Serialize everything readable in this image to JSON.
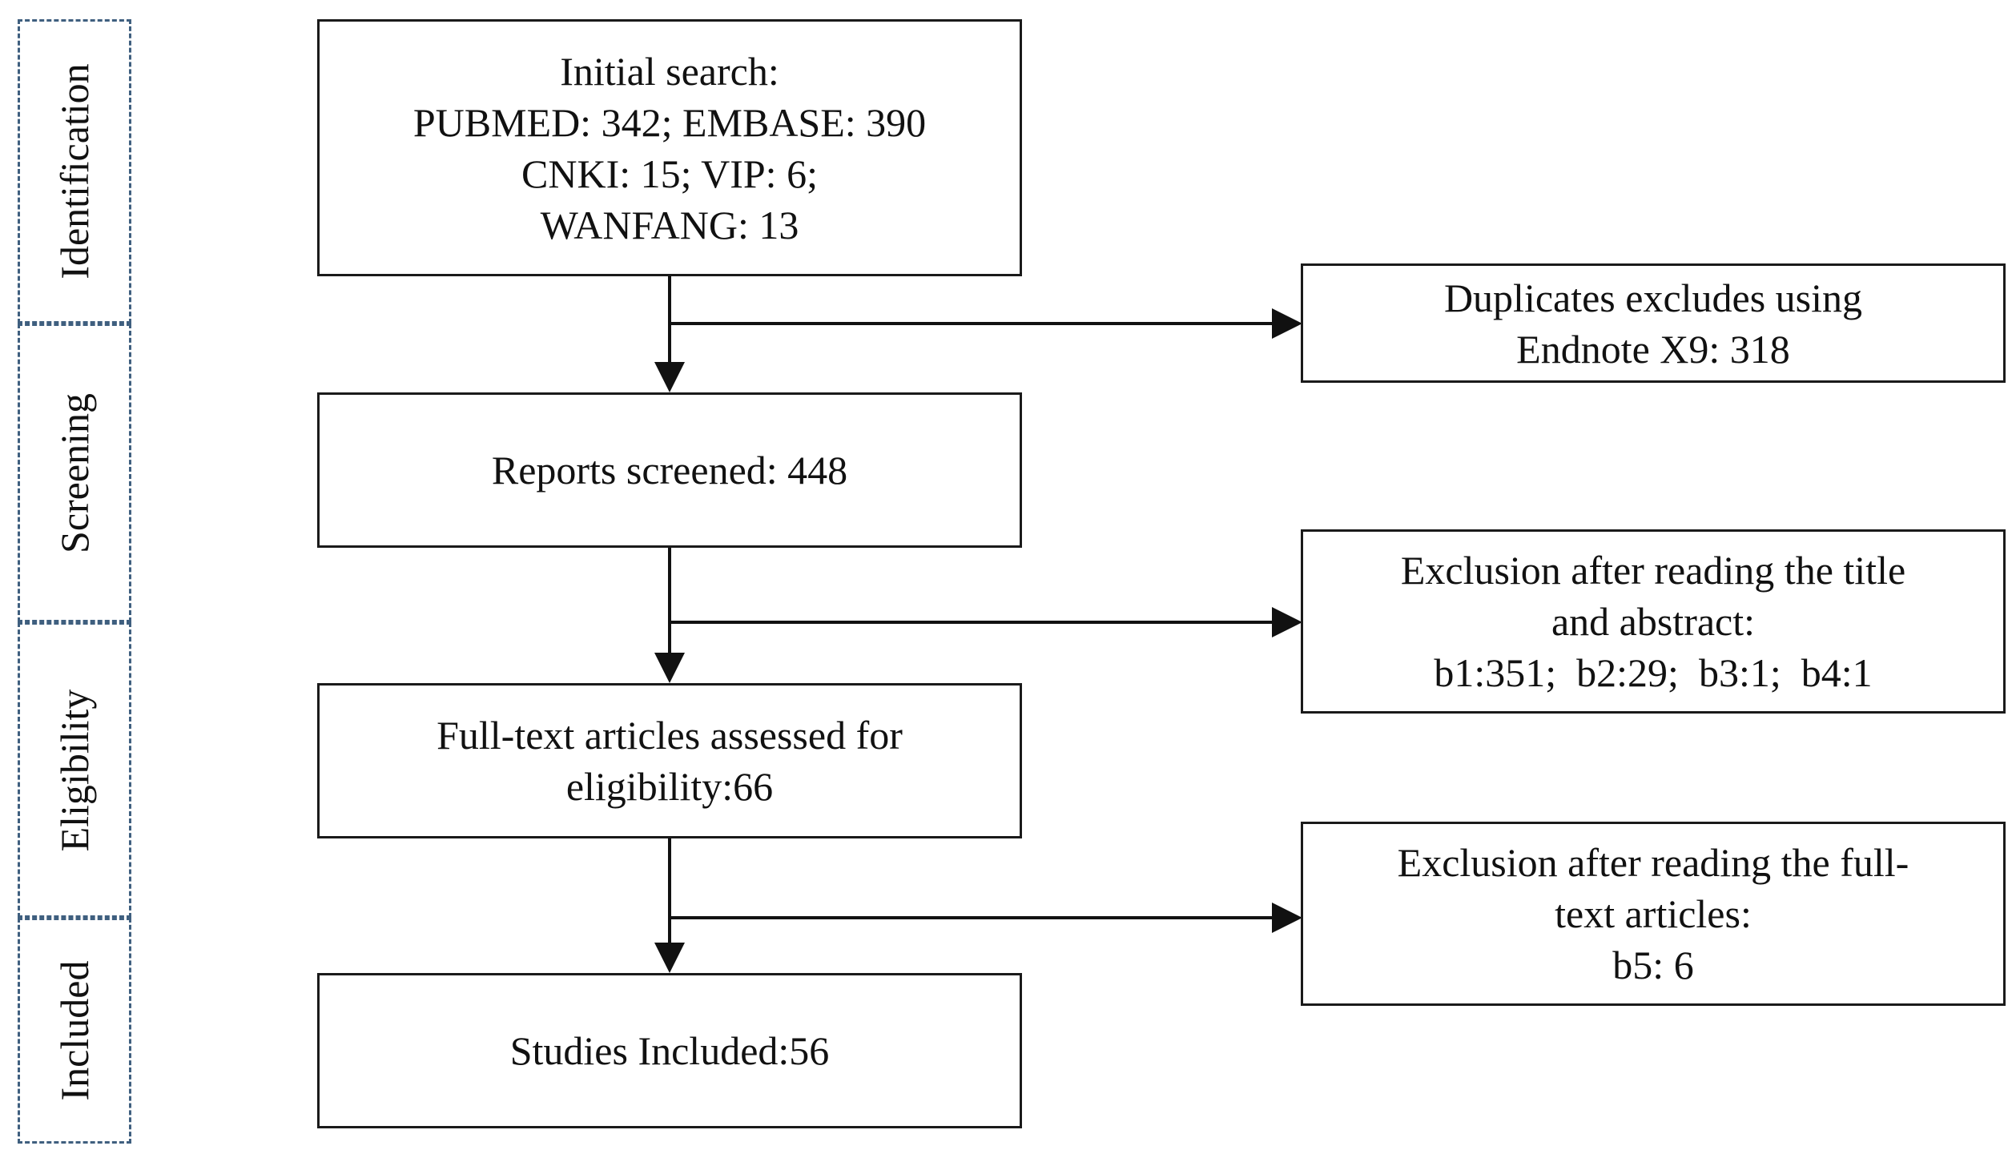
{
  "stages": {
    "identification": "Identification",
    "screening": "Screening",
    "eligibility": "Eligibility",
    "included": "Included"
  },
  "main_boxes": {
    "initial_search": {
      "line1": "Initial search:",
      "line2": "PUBMED: 342; EMBASE: 390",
      "line3": "CNKI: 15; VIP: 6;",
      "line4": "WANFANG: 13"
    },
    "reports_screened": {
      "line1": "Reports screened: 448"
    },
    "full_text": {
      "line1": "Full-text articles assessed for",
      "line2": "eligibility:66"
    },
    "studies_included": {
      "line1": "Studies Included:56"
    }
  },
  "exclusion_boxes": {
    "duplicates": {
      "line1": "Duplicates excludes using",
      "line2": "Endnote X9: 318"
    },
    "title_abstract": {
      "line1": "Exclusion after reading the title",
      "line2": "and abstract:",
      "line3": "b1:351;  b2:29;  b3:1;  b4:1"
    },
    "full_text_exclusion": {
      "line1": "Exclusion after reading the full-",
      "line2": "text articles:",
      "line3": "b5: 6"
    }
  },
  "colors": {
    "box_border": "#1a1a1a",
    "stage_border": "#3f5f7f",
    "arrow": "#111111"
  }
}
